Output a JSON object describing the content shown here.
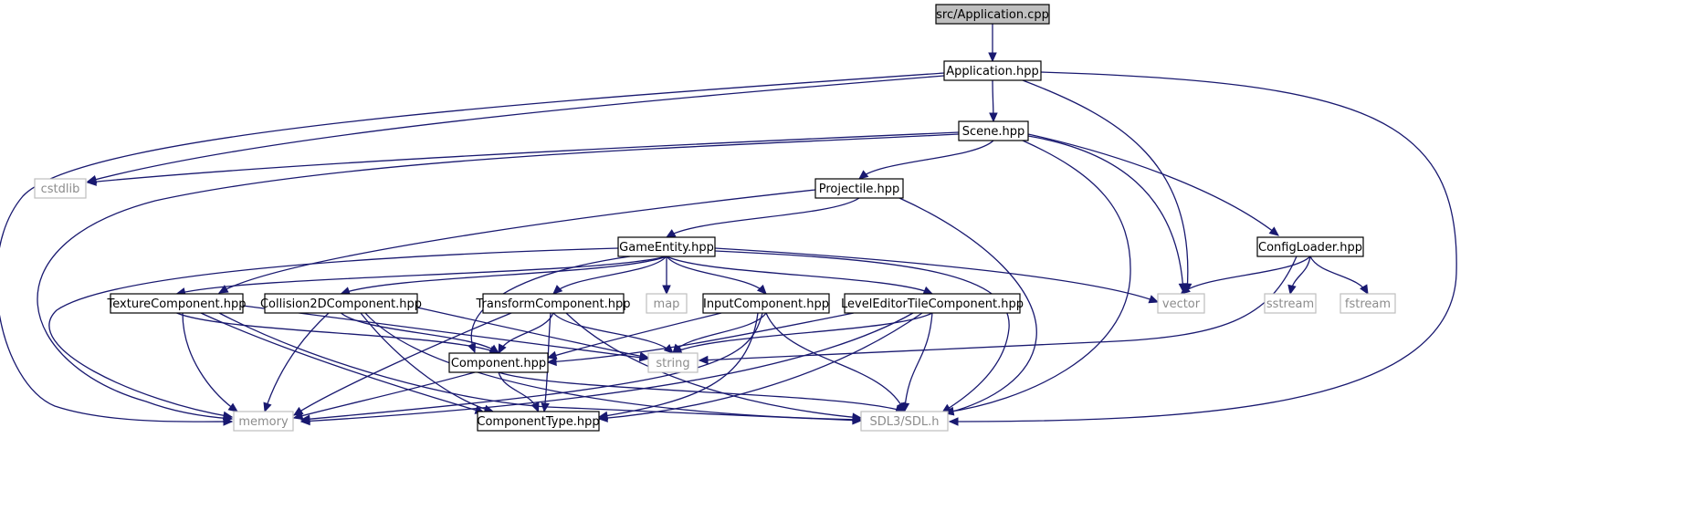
{
  "colors": {
    "edge": "#191970",
    "root_fill": "#bfbfbf",
    "node_stroke": "#000000",
    "external_stroke": "#bfbfbf",
    "external_text": "#8c8c8c",
    "text": "#000000"
  },
  "nodes": {
    "app_cpp": {
      "label": "src/Application.cpp",
      "kind": "root"
    },
    "app_hpp": {
      "label": "Application.hpp",
      "kind": "header"
    },
    "scene": {
      "label": "Scene.hpp",
      "kind": "header"
    },
    "cstdlib": {
      "label": "cstdlib",
      "kind": "external"
    },
    "projectile": {
      "label": "Projectile.hpp",
      "kind": "header"
    },
    "gameentity": {
      "label": "GameEntity.hpp",
      "kind": "header"
    },
    "configloader": {
      "label": "ConfigLoader.hpp",
      "kind": "header"
    },
    "texture": {
      "label": "TextureComponent.hpp",
      "kind": "header"
    },
    "collision": {
      "label": "Collision2DComponent.hpp",
      "kind": "header"
    },
    "transform": {
      "label": "TransformComponent.hpp",
      "kind": "header"
    },
    "map": {
      "label": "map",
      "kind": "external"
    },
    "input": {
      "label": "InputComponent.hpp",
      "kind": "header"
    },
    "leveleditor": {
      "label": "LevelEditorTileComponent.hpp",
      "kind": "header"
    },
    "vector": {
      "label": "vector",
      "kind": "external"
    },
    "sstream": {
      "label": "sstream",
      "kind": "external"
    },
    "fstream": {
      "label": "fstream",
      "kind": "external"
    },
    "component": {
      "label": "Component.hpp",
      "kind": "header"
    },
    "string": {
      "label": "string",
      "kind": "external"
    },
    "memory": {
      "label": "memory",
      "kind": "external"
    },
    "componenttype": {
      "label": "ComponentType.hpp",
      "kind": "header"
    },
    "sdl": {
      "label": "SDL3/SDL.h",
      "kind": "external"
    }
  },
  "edges": [
    [
      "app_cpp",
      "app_hpp"
    ],
    [
      "app_hpp",
      "scene"
    ],
    [
      "app_hpp",
      "cstdlib"
    ],
    [
      "app_hpp",
      "memory"
    ],
    [
      "app_hpp",
      "vector"
    ],
    [
      "app_hpp",
      "sdl"
    ],
    [
      "scene",
      "cstdlib"
    ],
    [
      "scene",
      "memory"
    ],
    [
      "scene",
      "projectile"
    ],
    [
      "scene",
      "configloader"
    ],
    [
      "scene",
      "vector"
    ],
    [
      "scene",
      "sdl"
    ],
    [
      "projectile",
      "gameentity"
    ],
    [
      "projectile",
      "texture"
    ],
    [
      "projectile",
      "sdl"
    ],
    [
      "gameentity",
      "texture"
    ],
    [
      "gameentity",
      "collision"
    ],
    [
      "gameentity",
      "transform"
    ],
    [
      "gameentity",
      "map"
    ],
    [
      "gameentity",
      "input"
    ],
    [
      "gameentity",
      "leveleditor"
    ],
    [
      "gameentity",
      "vector"
    ],
    [
      "gameentity",
      "memory"
    ],
    [
      "gameentity",
      "component"
    ],
    [
      "gameentity",
      "sdl"
    ],
    [
      "configloader",
      "vector"
    ],
    [
      "configloader",
      "sstream"
    ],
    [
      "configloader",
      "fstream"
    ],
    [
      "configloader",
      "string"
    ],
    [
      "texture",
      "component"
    ],
    [
      "texture",
      "string"
    ],
    [
      "texture",
      "memory"
    ],
    [
      "texture",
      "componenttype"
    ],
    [
      "texture",
      "sdl"
    ],
    [
      "collision",
      "component"
    ],
    [
      "collision",
      "string"
    ],
    [
      "collision",
      "memory"
    ],
    [
      "collision",
      "componenttype"
    ],
    [
      "collision",
      "sdl"
    ],
    [
      "transform",
      "component"
    ],
    [
      "transform",
      "string"
    ],
    [
      "transform",
      "memory"
    ],
    [
      "transform",
      "componenttype"
    ],
    [
      "transform",
      "sdl"
    ],
    [
      "input",
      "component"
    ],
    [
      "input",
      "string"
    ],
    [
      "input",
      "memory"
    ],
    [
      "input",
      "componenttype"
    ],
    [
      "input",
      "sdl"
    ],
    [
      "leveleditor",
      "component"
    ],
    [
      "leveleditor",
      "string"
    ],
    [
      "leveleditor",
      "memory"
    ],
    [
      "leveleditor",
      "componenttype"
    ],
    [
      "leveleditor",
      "sdl"
    ],
    [
      "component",
      "memory"
    ],
    [
      "component",
      "componenttype"
    ],
    [
      "component",
      "sdl"
    ]
  ]
}
